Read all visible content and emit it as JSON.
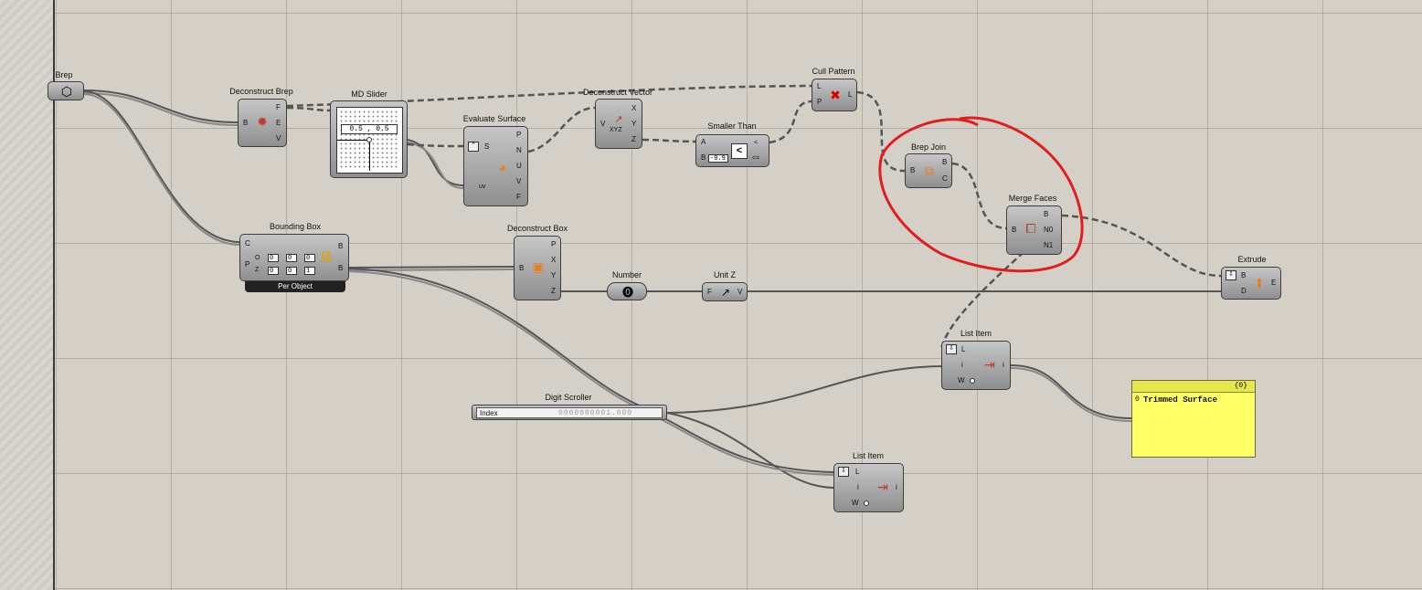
{
  "colors": {
    "canvas": "#d4d0c8",
    "component": "#a8a8a8",
    "panel": "#ffff66",
    "annotation": "#e11d1d"
  },
  "brep": {
    "title": "Brep",
    "icon": "hexagon-icon"
  },
  "deconstruct_brep": {
    "title": "Deconstruct Brep",
    "inputs": [
      "B"
    ],
    "outputs": [
      "F",
      "E",
      "V"
    ]
  },
  "md_slider": {
    "title": "MD Slider",
    "value": "0.5 , 0.5"
  },
  "evaluate_surface": {
    "title": "Evaluate Surface",
    "inputs": [
      "S",
      "uv"
    ],
    "outputs": [
      "P",
      "N",
      "U",
      "V",
      "F"
    ]
  },
  "deconstruct_vector": {
    "title": "Deconstruct Vector",
    "inputs": [
      "V"
    ],
    "outputs": [
      "X",
      "Y",
      "Z"
    ],
    "icon_text": "XYZ"
  },
  "smaller_than": {
    "title": "Smaller Than",
    "inputs": [
      "A",
      "B"
    ],
    "b_value": "-0.9",
    "outputs": [
      "<",
      "<="
    ],
    "symbol": "<"
  },
  "cull_pattern": {
    "title": "Cull Pattern",
    "inputs": [
      "L",
      "P"
    ],
    "outputs": [
      "L"
    ]
  },
  "brep_join": {
    "title": "Brep Join",
    "inputs": [
      "B"
    ],
    "outputs": [
      "B",
      "C"
    ]
  },
  "merge_faces": {
    "title": "Merge Faces",
    "inputs": [
      "B"
    ],
    "outputs": [
      "B",
      "N0",
      "N1"
    ]
  },
  "bounding_box": {
    "title": "Bounding Box",
    "inputs": [
      "C",
      "P"
    ],
    "outputs": [
      "B",
      "B"
    ],
    "footer": "Per Object",
    "plane_row1": {
      "label": "O",
      "x": "0",
      "y": "0",
      "z": "0"
    },
    "plane_row2": {
      "label": "Z",
      "x": "0",
      "y": "0",
      "z": "1"
    }
  },
  "deconstruct_box": {
    "title": "Deconstruct Box",
    "inputs": [
      "B"
    ],
    "outputs": [
      "P",
      "X",
      "Y",
      "Z"
    ]
  },
  "number": {
    "title": "Number"
  },
  "unit_z": {
    "title": "Unit Z",
    "inputs": [
      "F"
    ],
    "outputs": [
      "V"
    ]
  },
  "extrude": {
    "title": "Extrude",
    "inputs": [
      "B",
      "D"
    ],
    "outputs": [
      "E"
    ]
  },
  "list_item_1": {
    "title": "List Item",
    "inputs": [
      "L",
      "i",
      "W"
    ],
    "outputs": [
      "i"
    ]
  },
  "list_item_2": {
    "title": "List Item",
    "inputs": [
      "L",
      "i",
      "W"
    ],
    "outputs": [
      "i"
    ]
  },
  "digit_scroller": {
    "title": "Digit Scroller",
    "label": "Index",
    "digits": "0000000001.000",
    "value": "1.000"
  },
  "panel": {
    "header": "{0}",
    "index": "0",
    "text": "Trimmed Surface"
  }
}
